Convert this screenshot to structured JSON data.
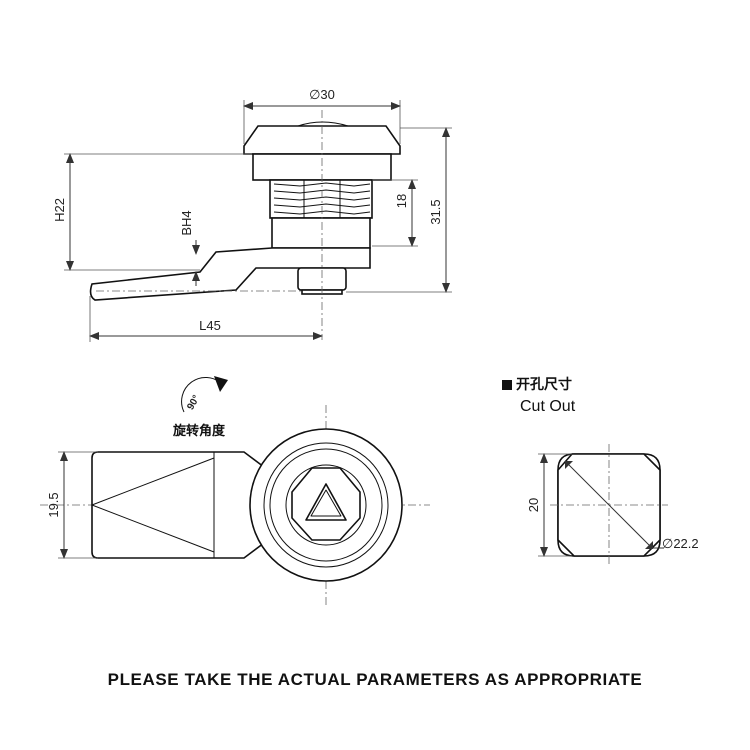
{
  "dimensions": {
    "outer_diameter": "∅30",
    "overall_height": "31.5",
    "thread_length": "18",
    "tongue_height": "H22",
    "tongue_thickness": "BH4",
    "tongue_length": "L45",
    "tongue_width": "19.5",
    "cutout_width": "20",
    "cutout_diameter": "∅22.2",
    "rotation_angle": "90°"
  },
  "labels": {
    "rotation_label": "旋转角度",
    "cutout_title": "开孔尺寸",
    "cutout_subtitle": "Cut Out",
    "notice": "PLEASE TAKE THE ACTUAL PARAMETERS AS APPROPRIATE"
  }
}
